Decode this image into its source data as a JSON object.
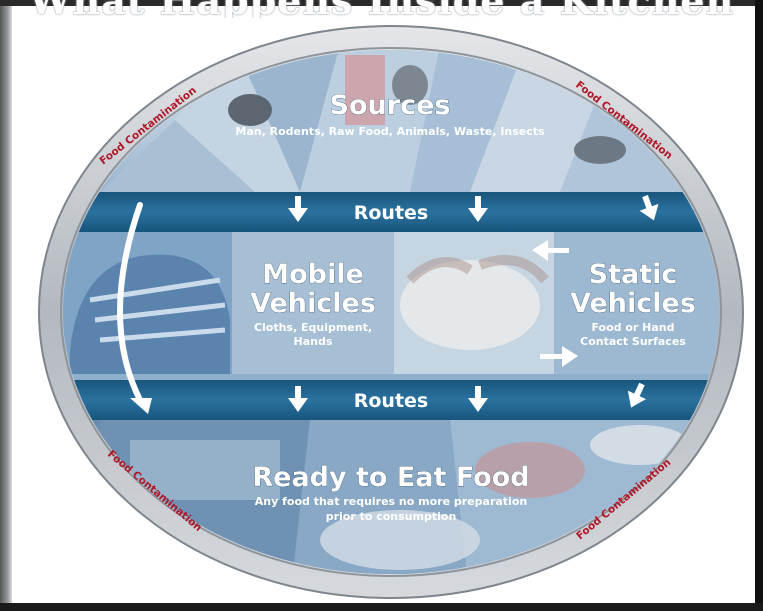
{
  "heading_fragment": "What Happens Inside a Kitchen",
  "ring_label": "Food Contamination",
  "sources": {
    "title": "Sources",
    "subtitle": "Man, Rodents, Raw Food, Animals, Waste, Insects"
  },
  "routes_label": "Routes",
  "mobile_vehicles": {
    "title_line1": "Mobile",
    "title_line2": "Vehicles",
    "sub_line1": "Cloths, Equipment,",
    "sub_line2": "Hands"
  },
  "static_vehicles": {
    "title_line1": "Static",
    "title_line2": "Vehicles",
    "sub_line1": "Food or Hand",
    "sub_line2": "Contact Surfaces"
  },
  "ready_food": {
    "title": "Ready to Eat Food",
    "sub_line1": "Any food that requires no more preparation",
    "sub_line2": "prior to consumption"
  },
  "colors": {
    "band_dark": "#1d5d86",
    "band_light": "#3f86b3",
    "ring_gray": "#bfc3c8",
    "ring_text": "#b0182a",
    "panel_blue": "#6f9fc4"
  }
}
